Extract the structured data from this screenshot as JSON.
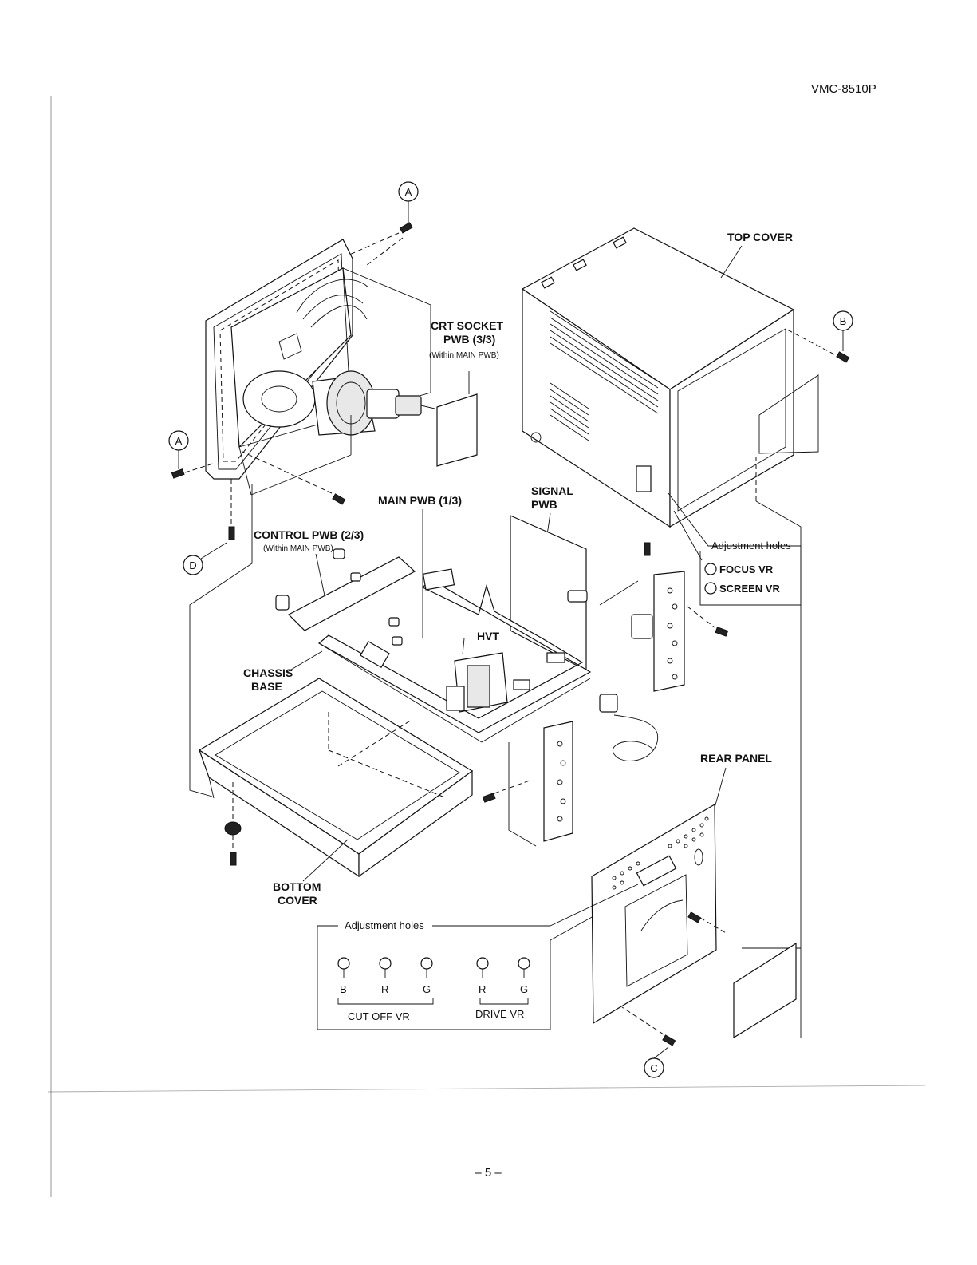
{
  "header": {
    "model": "VMC-8510P"
  },
  "labels": {
    "top_cover": "TOP COVER",
    "crt_socket": "CRT SOCKET",
    "crt_socket_pwb": "PWB (3/3)",
    "within_main_1": "(Within MAIN PWB)",
    "main_pwb": "MAIN PWB (1/3)",
    "signal": "SIGNAL",
    "signal_pwb": "PWB",
    "control_pwb": "CONTROL PWB (2/3)",
    "within_main_2": "(Within MAIN PWB)",
    "hvt": "HVT",
    "chassis": "CHASSIS",
    "chassis_base": "BASE",
    "rear_panel": "REAR PANEL",
    "bottom": "BOTTOM",
    "bottom_cover": "COVER",
    "adj_holes_right": "Adjustment holes",
    "focus_vr": "FOCUS VR",
    "screen_vr": "SCREEN VR"
  },
  "callouts": {
    "a_top": "A",
    "a_left": "A",
    "b": "B",
    "c": "C",
    "d": "D"
  },
  "adjust_box": {
    "title": "Adjustment holes",
    "cutoff": [
      "B",
      "R",
      "G"
    ],
    "cutoff_label": "CUT OFF VR",
    "drive": [
      "R",
      "G"
    ],
    "drive_label": "DRIVE VR"
  },
  "footer": {
    "page": "– 5 –"
  }
}
